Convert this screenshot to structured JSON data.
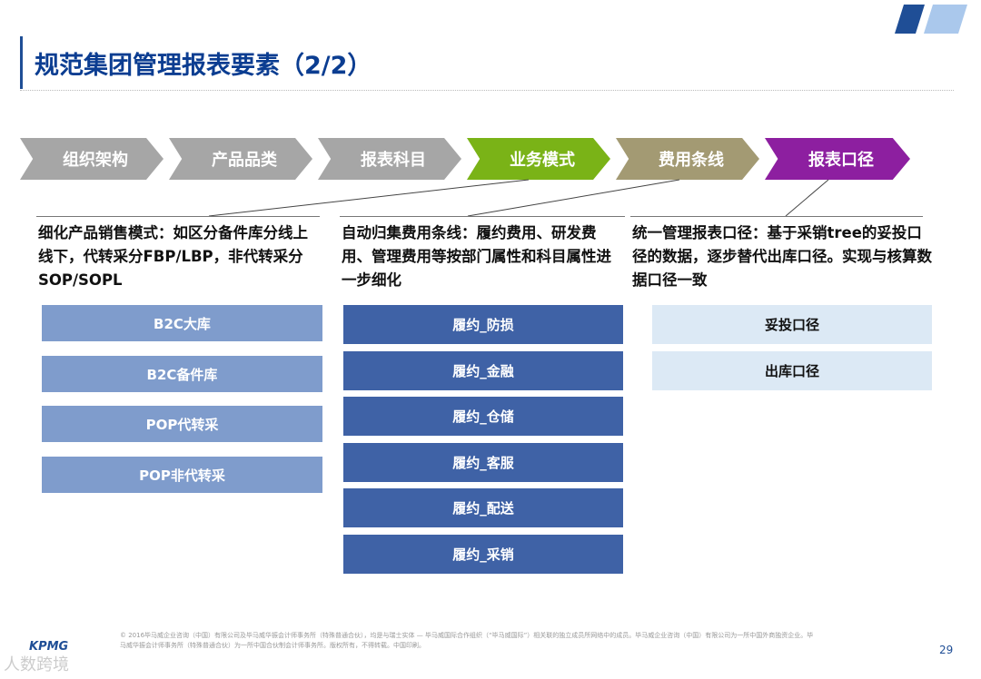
{
  "header": {
    "title": "规范集团管理报表要素（2/2）"
  },
  "process": [
    {
      "label": "组织架构",
      "color": "#a6a6a6"
    },
    {
      "label": "产品品类",
      "color": "#a6a6a6"
    },
    {
      "label": "报表科目",
      "color": "#a6a6a6"
    },
    {
      "label": "业务模式",
      "color": "#7ab317"
    },
    {
      "label": "费用条线",
      "color": "#a39a73"
    },
    {
      "label": "报表口径",
      "color": "#8d1fa0"
    }
  ],
  "sections": {
    "business_model": {
      "description": "细化产品销售模式：如区分备件库分线上线下，代转采分FBP/LBP，非代转采分SOP/SOPL",
      "items": [
        "B2C大库",
        "B2C备件库",
        "POP代转采",
        "POP非代转采"
      ]
    },
    "expense_line": {
      "description": "自动归集费用条线：履约费用、研发费用、管理费用等按部门属性和科目属性进一步细化",
      "items": [
        "履约_防损",
        "履约_金融",
        "履约_仓储",
        "履约_客服",
        "履约_配送",
        "履约_采销"
      ]
    },
    "report_scope": {
      "description": "统一管理报表口径：基于采销tree的妥投口径的数据，逐步替代出库口径。实现与核算数据口径一致",
      "items": [
        "妥投口径",
        "出库口径"
      ]
    }
  },
  "footer": {
    "copyright": "© 2016毕马威企业咨询（中国）有限公司及毕马威华振会计师事务所（特殊普通合伙），均是与瑞士实体 — 毕马威国际合作组织（“毕马威国际”）相关联的独立成员所网络中的成员。毕马威企业咨询（中国）有限公司为一所中国外商独资企业。毕马威华振会计师事务所（特殊普通合伙）为一所中国合伙制会计师事务所。版权所有，不得转载。中国印刷。",
    "page_number": "29",
    "logo": "KPMG",
    "watermark": "人数跨境"
  },
  "colors": {
    "title": "#0b3d91",
    "box_light": "#7f9ccc",
    "box_dark": "#3f62a6",
    "box_pale": "#dce9f5"
  }
}
